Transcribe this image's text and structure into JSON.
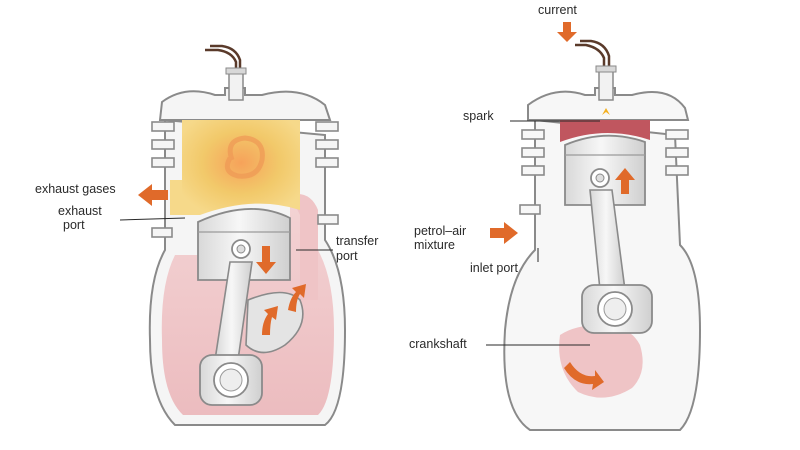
{
  "labels": {
    "current": "current",
    "spark": "spark",
    "exhaust_gases": "exhaust gases",
    "exhaust_port_1": "exhaust",
    "exhaust_port_2": "port",
    "transfer_port_1": "transfer",
    "transfer_port_2": "port",
    "petrol_air_1": "petrol–air",
    "petrol_air_2": "mixture",
    "inlet_port": "inlet port",
    "crankshaft": "crankshaft"
  },
  "colors": {
    "outline": "#8a8a8a",
    "casing": "#f4f4f4",
    "hot_gas": "#f2c96a",
    "mixture": "#efc4c6",
    "arrow": "#e06a2a",
    "metal": "#e9e9e9"
  }
}
